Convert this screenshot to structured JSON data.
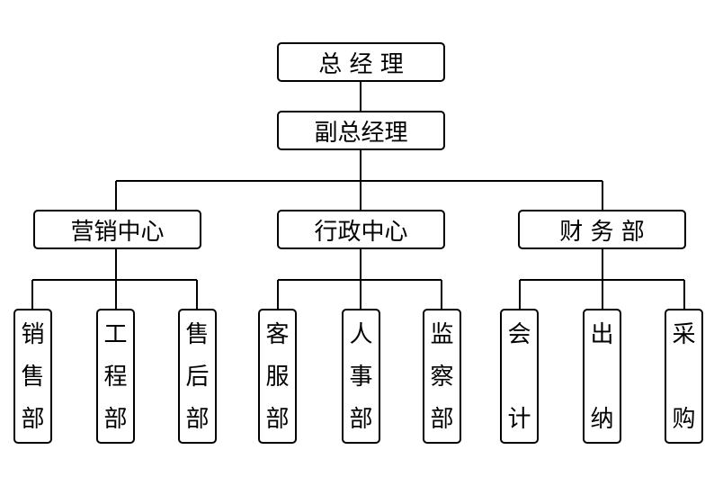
{
  "top": {
    "label": "总 经 理"
  },
  "deputy": {
    "label": "副总经理"
  },
  "centers": [
    {
      "label": "营销中心",
      "departments": [
        [
          "销",
          "售",
          "部"
        ],
        [
          "工",
          "程",
          "部"
        ],
        [
          "售",
          "后",
          "部"
        ]
      ]
    },
    {
      "label": "行政中心",
      "departments": [
        [
          "客",
          "服",
          "部"
        ],
        [
          "人",
          "事",
          "部"
        ],
        [
          "监",
          "察",
          "部"
        ]
      ]
    },
    {
      "label": "财 务 部",
      "departments": [
        [
          "会",
          "",
          "计"
        ],
        [
          "出",
          "",
          "纳"
        ],
        [
          "采",
          "",
          "购"
        ]
      ]
    }
  ]
}
